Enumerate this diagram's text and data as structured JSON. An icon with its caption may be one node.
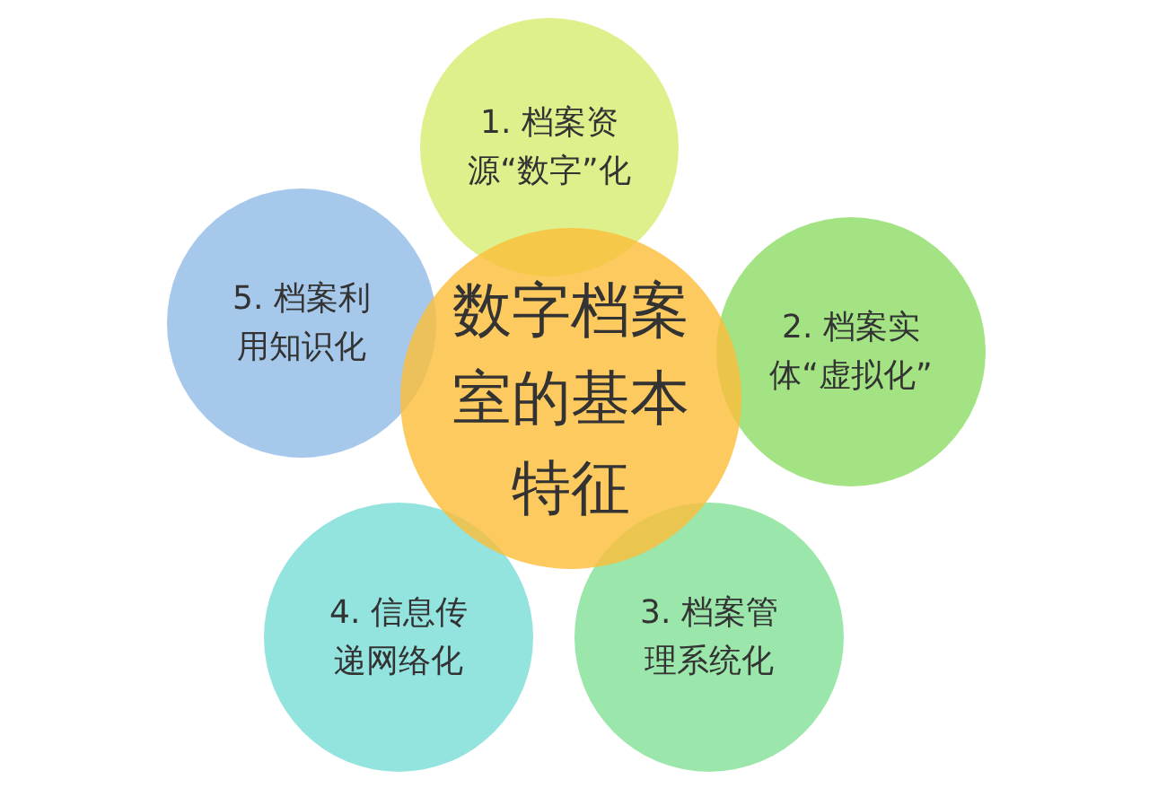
{
  "diagram": {
    "nodes": [
      {
        "text": [
          "数字档案室的基本特征"
        ]
      },
      {
        "text": [
          "1. 档案资源“数字”化"
        ]
      },
      {
        "text": [
          "2. 档案实体“虚拟化”"
        ]
      },
      {
        "text": [
          "3. 档案管理系统化"
        ]
      },
      {
        "text": [
          "4. 信息传递网络化"
        ]
      },
      {
        "text": [
          "5. 档案利用知识化"
        ]
      }
    ]
  }
}
